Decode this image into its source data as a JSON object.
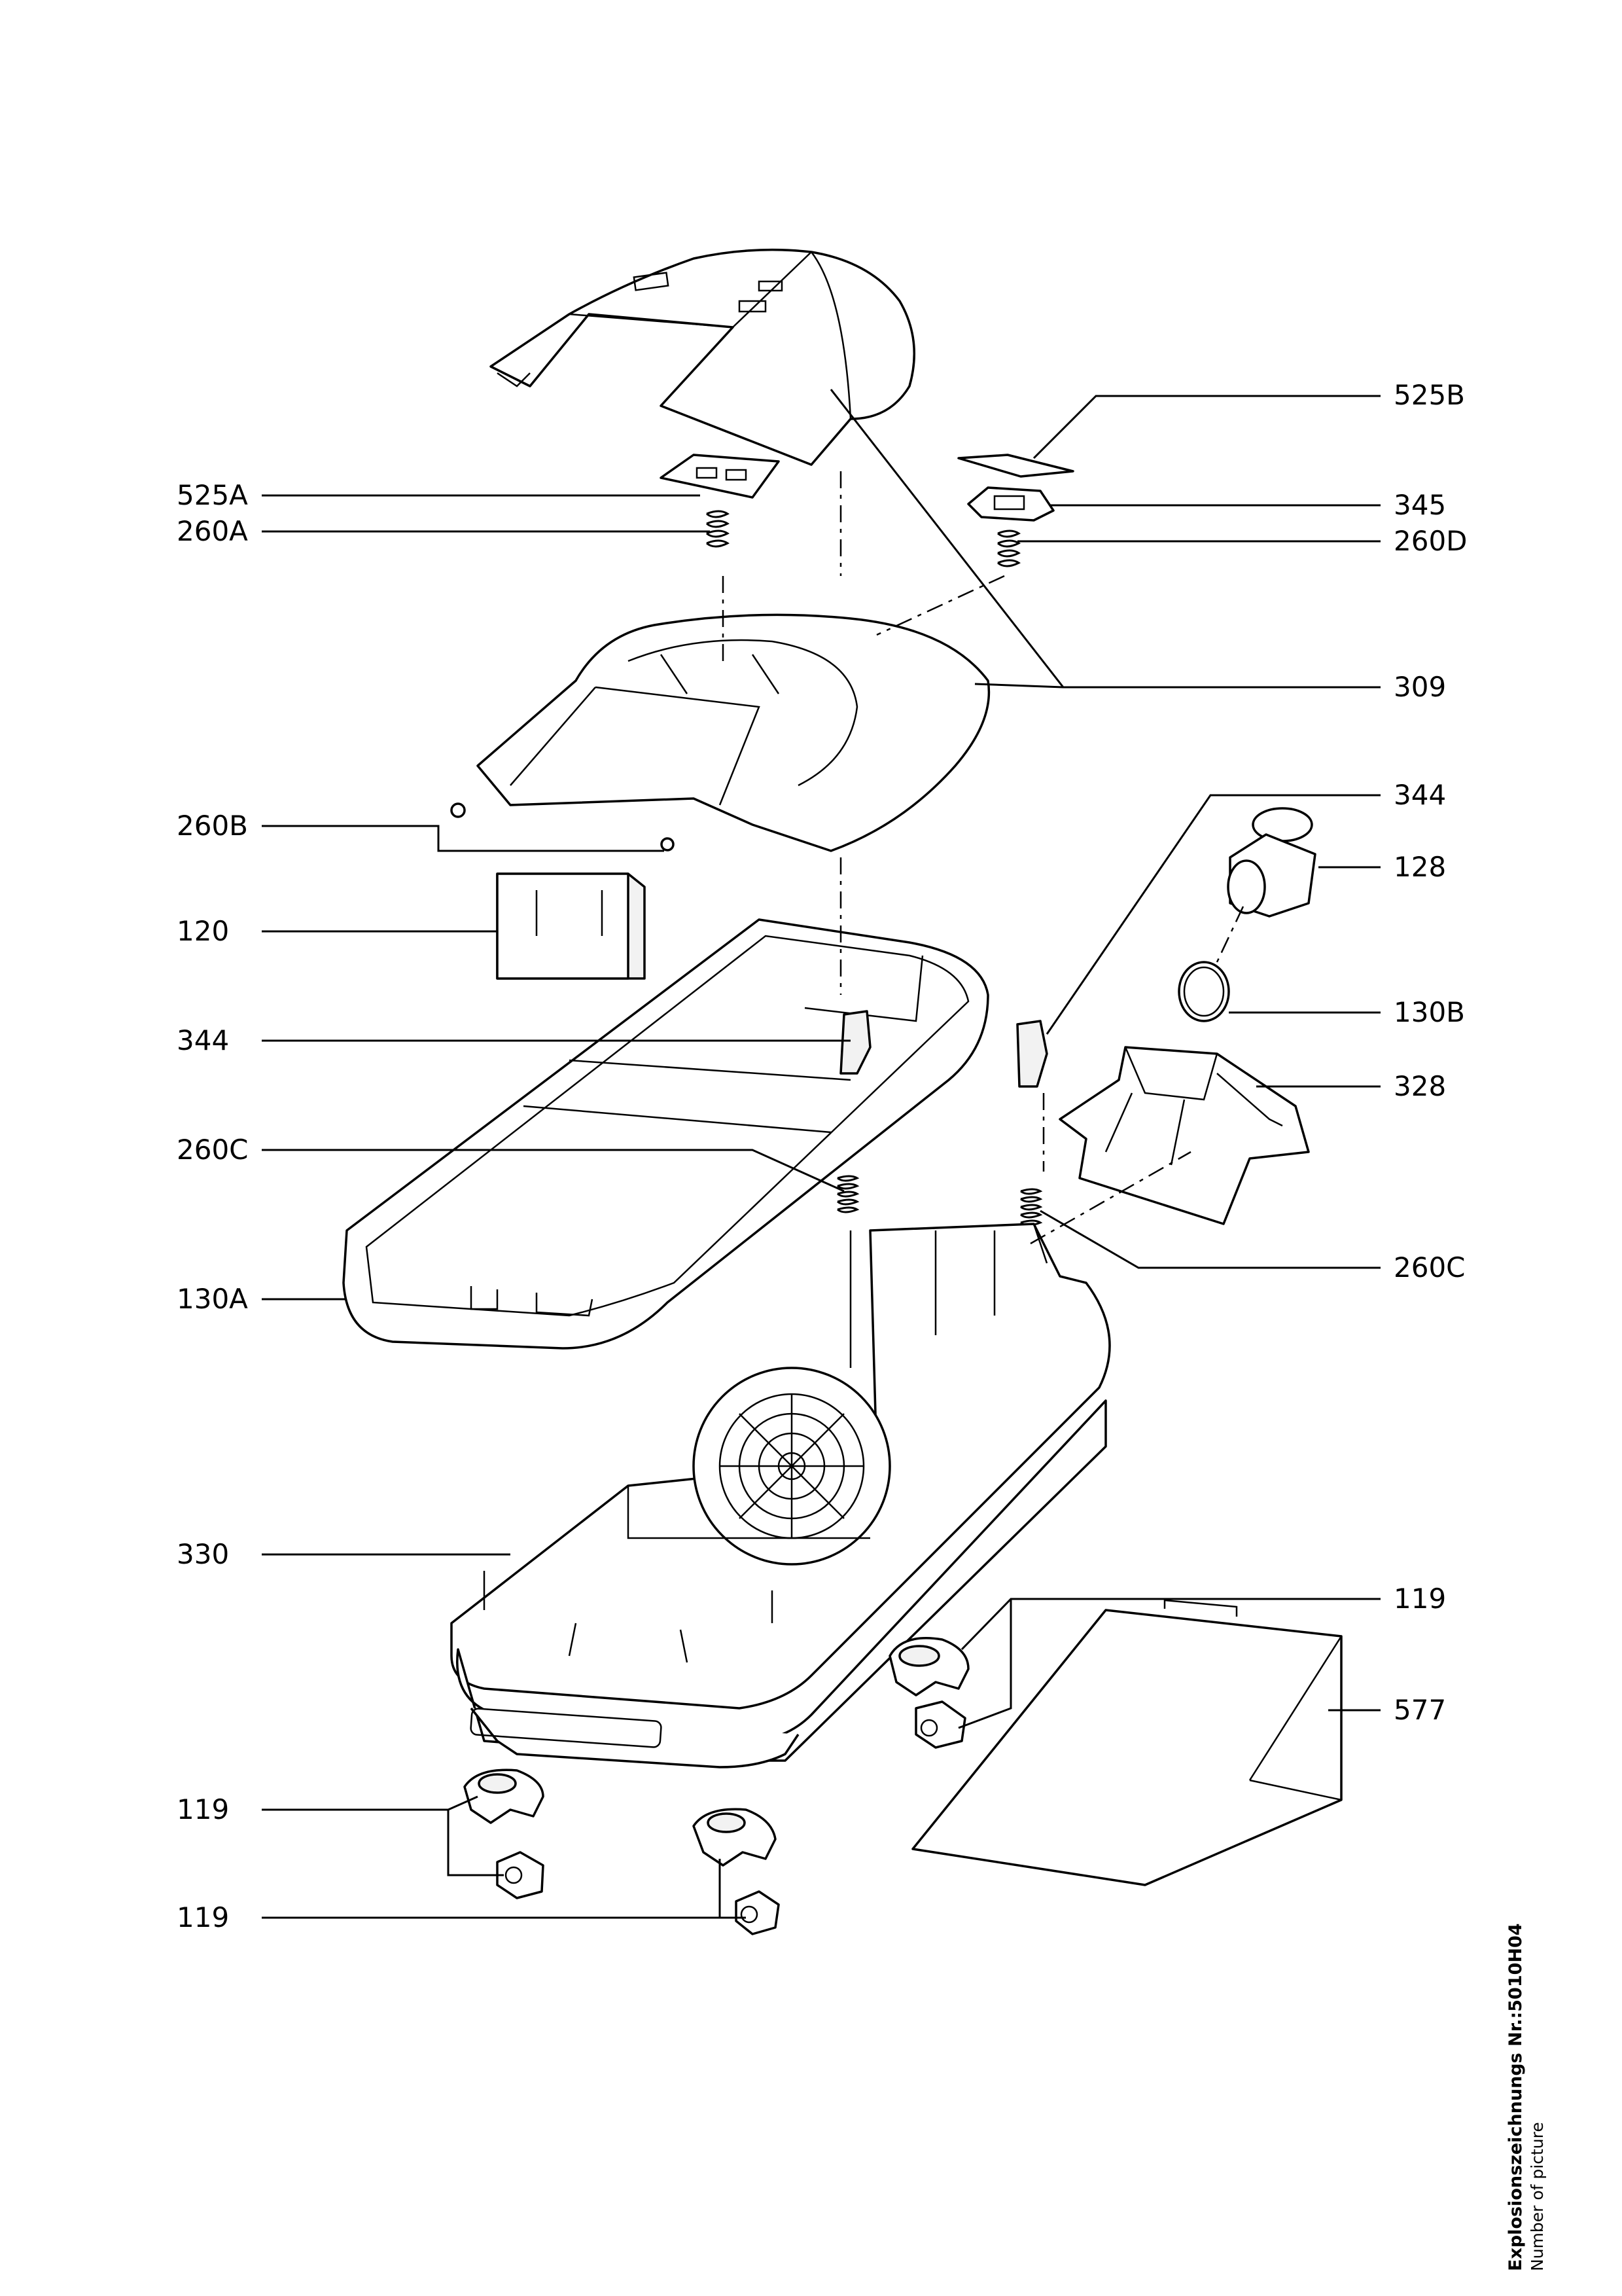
{
  "labels": {
    "p525B": "525B",
    "p525A": "525A",
    "p345": "345",
    "p260A": "260A",
    "p260D": "260D",
    "p309": "309",
    "p344_right": "344",
    "p260B": "260B",
    "p128": "128",
    "p120": "120",
    "p130B": "130B",
    "p344_left": "344",
    "p328": "328",
    "p260C_left": "260C",
    "p260C_right": "260C",
    "p130A": "130A",
    "p330": "330",
    "p119_right": "119",
    "p577": "577",
    "p119_left_top": "119",
    "p119_left_bottom": "119"
  },
  "footer": {
    "title": "Explosionszeichnungs Nr.:5010H04",
    "subtitle": "Number of picture"
  }
}
